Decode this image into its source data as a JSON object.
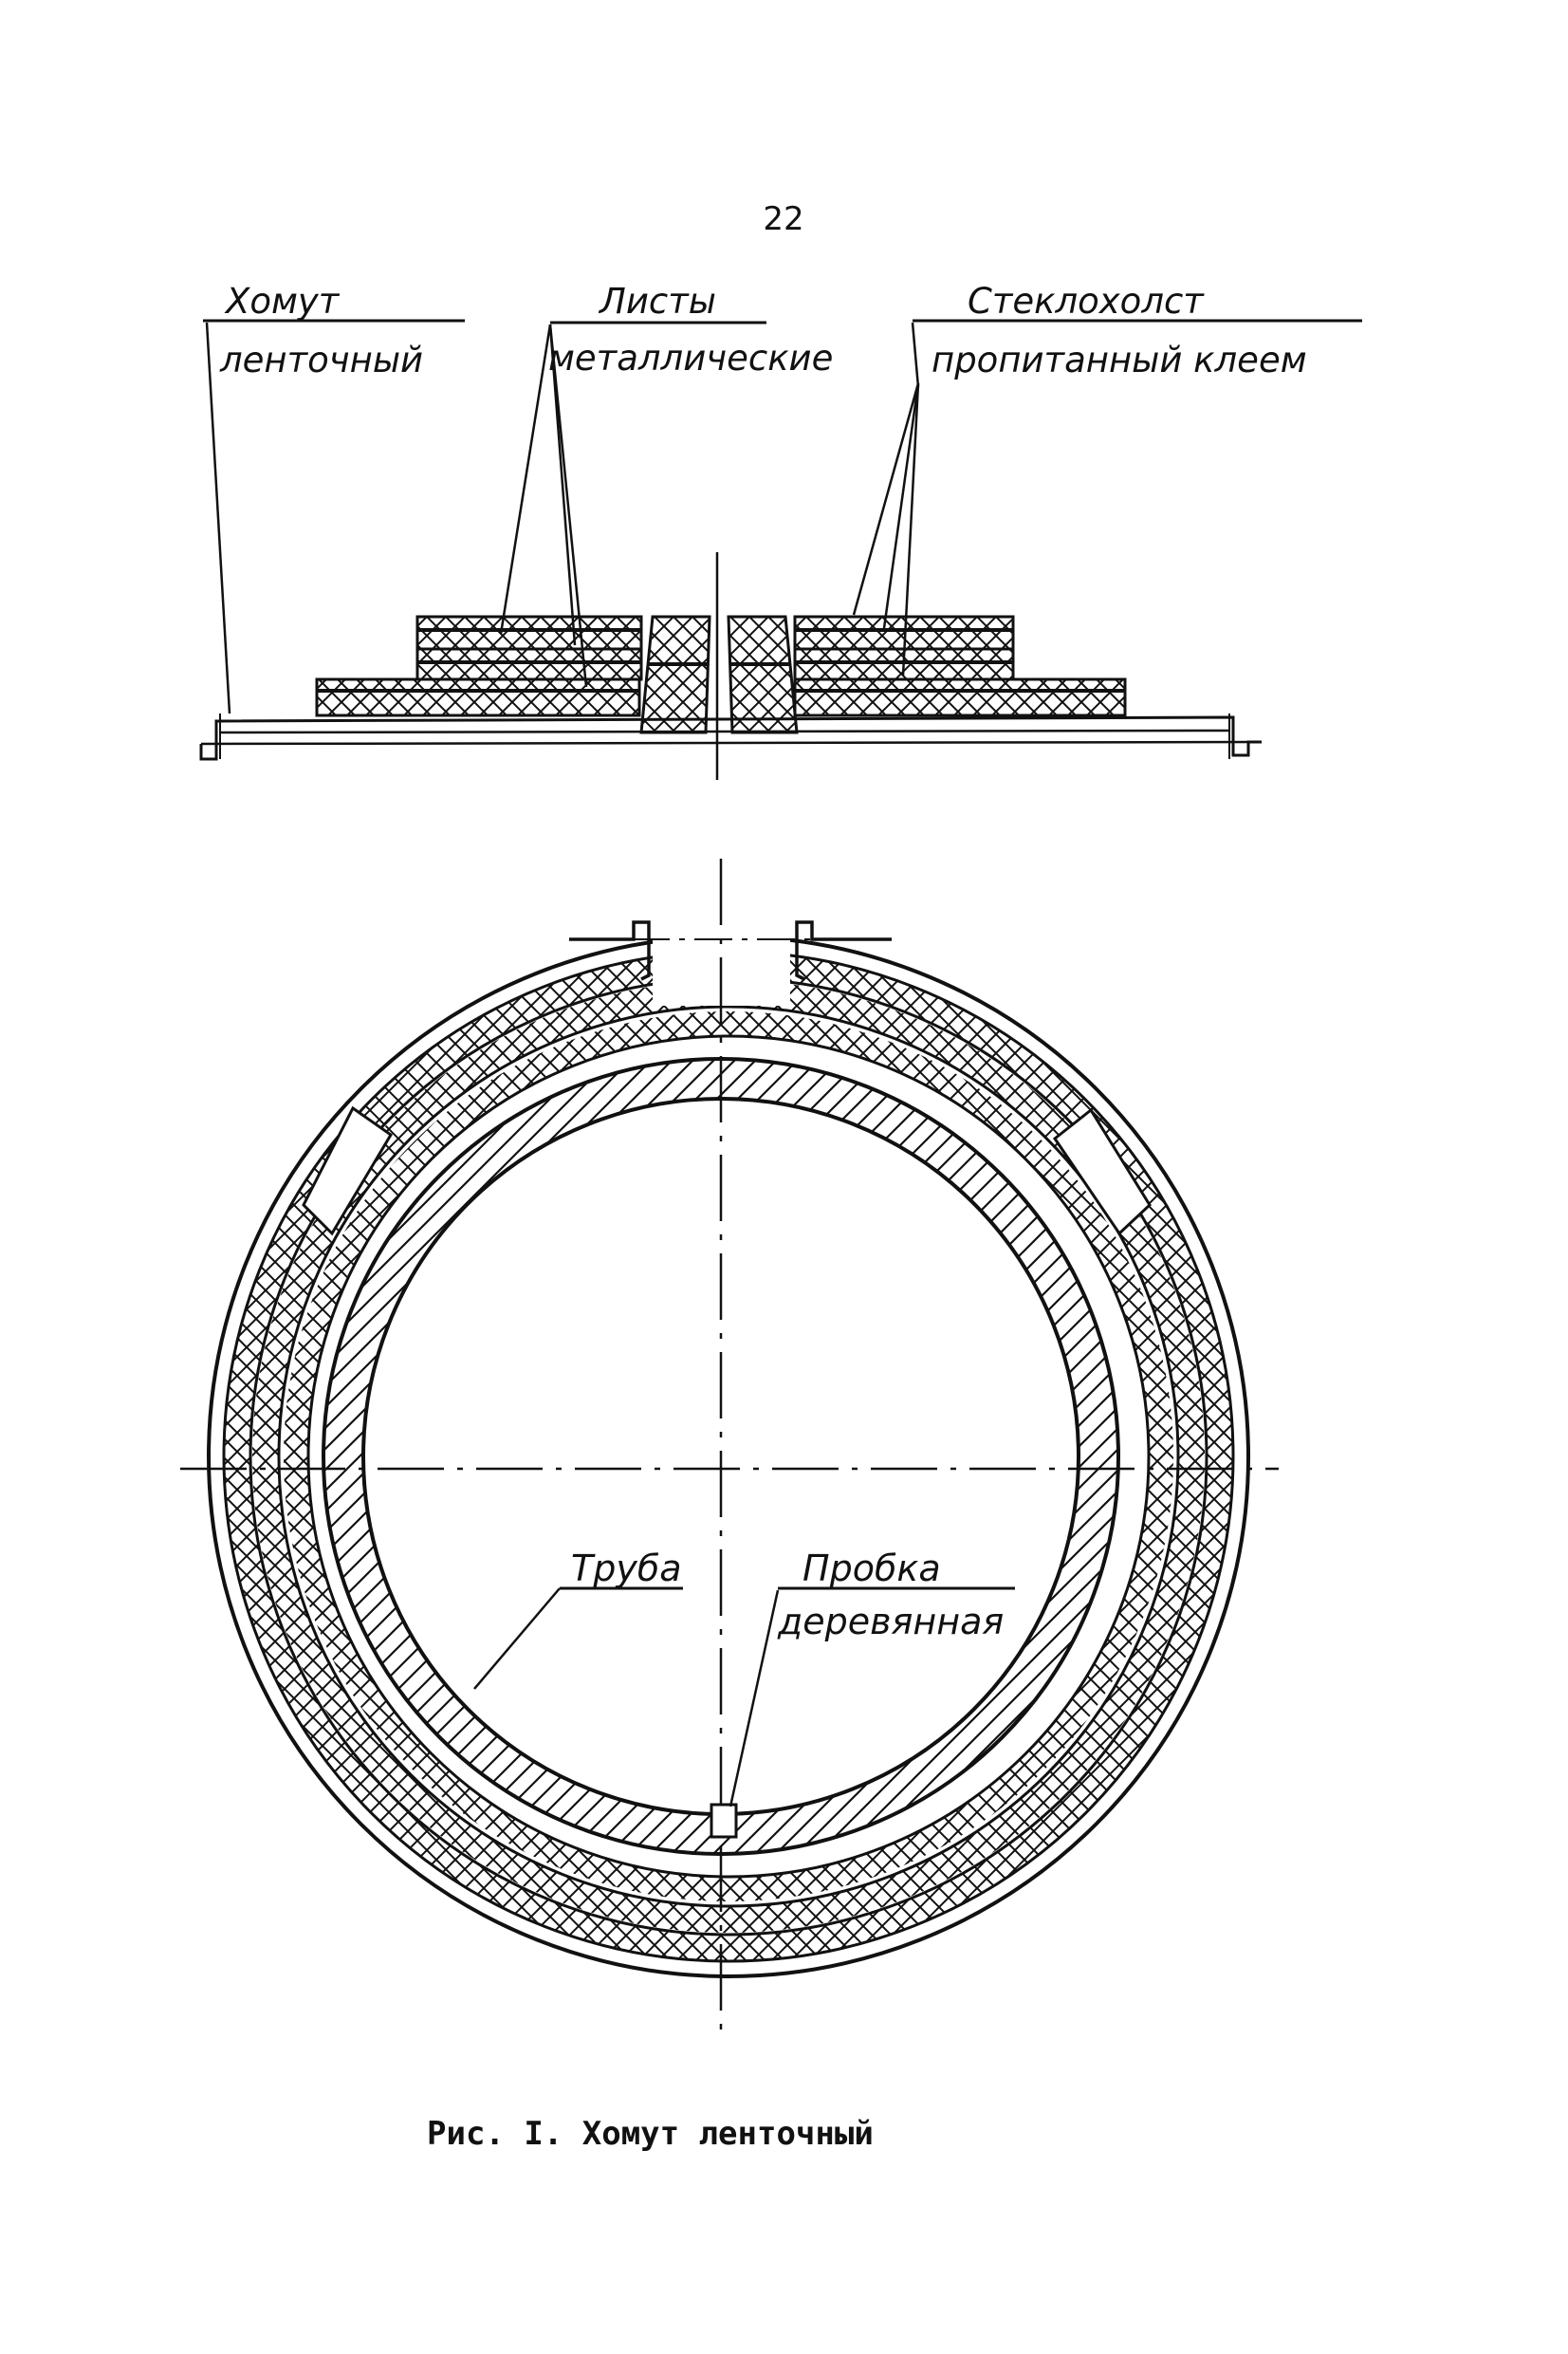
{
  "page_number": "22",
  "section_labels": {
    "clamp": {
      "line1": "Хомут",
      "line2": "ленточный"
    },
    "sheets": {
      "line1": "Листы",
      "line2": "металлические"
    },
    "glass": {
      "line1": "Стеклохолст",
      "line2": "пропитанный клеем"
    }
  },
  "ring_labels": {
    "pipe": "Труба",
    "plug": {
      "line1": "Пробка",
      "line2": "деревянная"
    }
  },
  "caption": "Рис. I. Хомут ленточный",
  "colors": {
    "ink": "#111111",
    "paper": "#ffffff"
  }
}
